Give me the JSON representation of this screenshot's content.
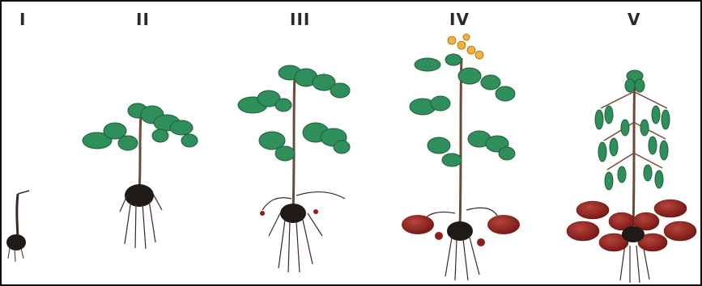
{
  "stages": [
    {
      "label": "I"
    },
    {
      "label": "II"
    },
    {
      "label": "III"
    },
    {
      "label": "IV"
    },
    {
      "label": "V"
    }
  ],
  "colors": {
    "leaf": "#2f8f5a",
    "leaf_dark": "#1f5e3a",
    "stem": "#6b4a3a",
    "root": "#3a2a24",
    "tuber": "#8a1f1c",
    "flower": "#f2b33d",
    "border": "#111111"
  },
  "icons": [
    "sprouting-seed-tuber-icon",
    "young-plant-icon",
    "stolon-plant-icon",
    "flowering-plant-icon",
    "mature-tuber-plant-icon"
  ]
}
